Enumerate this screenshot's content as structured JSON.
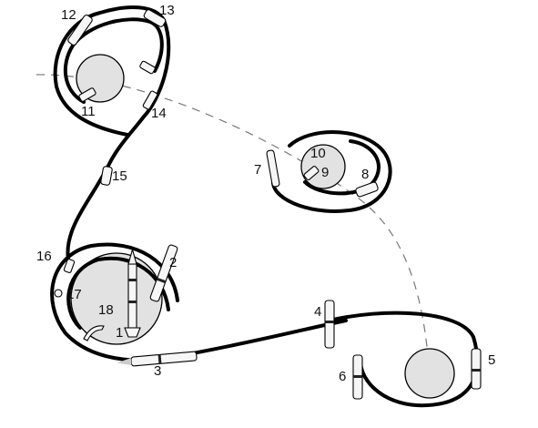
{
  "labels": [
    {
      "text": "1"
    },
    {
      "text": "2"
    },
    {
      "text": "3"
    },
    {
      "text": "4"
    },
    {
      "text": "5"
    },
    {
      "text": "6"
    },
    {
      "text": "7"
    },
    {
      "text": "8"
    },
    {
      "text": "9"
    },
    {
      "text": "10"
    },
    {
      "text": "11"
    },
    {
      "text": "12"
    },
    {
      "text": "13"
    },
    {
      "text": "14"
    },
    {
      "text": "15"
    },
    {
      "text": "16"
    },
    {
      "text": "17"
    },
    {
      "text": "18"
    }
  ],
  "colors": {
    "trajectory": "#000000",
    "body_fill": "#e2e2e2",
    "dashed_path": "#777777"
  }
}
